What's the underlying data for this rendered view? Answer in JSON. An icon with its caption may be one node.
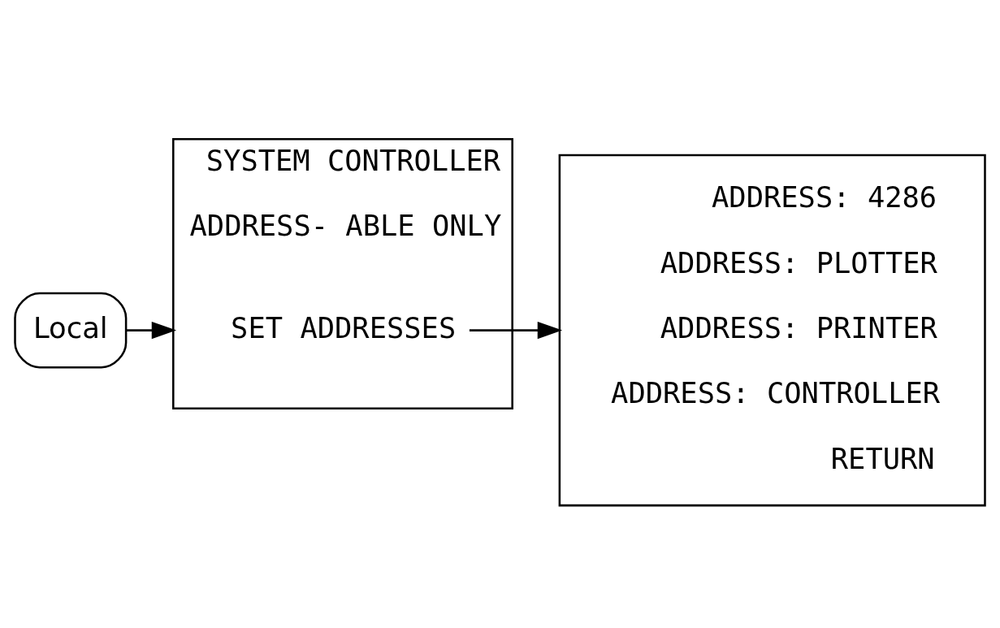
{
  "diagram": {
    "nodes": [
      {
        "text": [
          "Local"
        ]
      },
      {
        "text": [
          "SYSTEM CONTROLLER",
          "ADDRESS- ABLE ONLY"
        ]
      },
      {
        "text": [
          "SET ADDRESSES"
        ],
        "in": 1
      },
      {
        "text": [
          "ADDRESS: 4286",
          "ADDRESS: PLOTTER",
          "ADDRESS: PRINTER",
          "ADDRESS: CONTROLLER",
          "RETURN"
        ]
      }
    ],
    "edges": [
      {
        "from": 0,
        "to": 1,
        "arrow": "to"
      },
      {
        "from": 2,
        "to": 3,
        "arrow": "to"
      }
    ]
  }
}
